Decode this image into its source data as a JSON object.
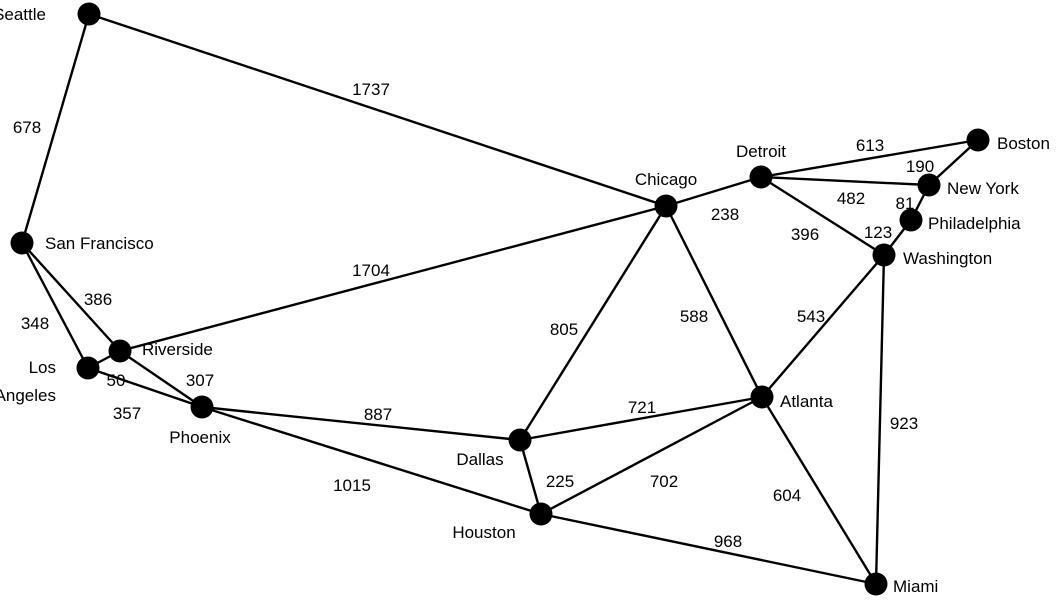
{
  "graph": {
    "nodes": [
      {
        "id": "seattle",
        "label": "Seattle"
      },
      {
        "id": "sanfrancisco",
        "label": "San Francisco"
      },
      {
        "id": "losangeles",
        "label": "Los\nAngeles"
      },
      {
        "id": "riverside",
        "label": "Riverside"
      },
      {
        "id": "phoenix",
        "label": "Phoenix"
      },
      {
        "id": "dallas",
        "label": "Dallas"
      },
      {
        "id": "houston",
        "label": "Houston"
      },
      {
        "id": "chicago",
        "label": "Chicago"
      },
      {
        "id": "detroit",
        "label": "Detroit"
      },
      {
        "id": "atlanta",
        "label": "Atlanta"
      },
      {
        "id": "miami",
        "label": "Miami"
      },
      {
        "id": "washington",
        "label": "Washington"
      },
      {
        "id": "philadelphia",
        "label": "Philadelphia"
      },
      {
        "id": "newyork",
        "label": "New York"
      },
      {
        "id": "boston",
        "label": "Boston"
      }
    ],
    "edges": [
      {
        "from": "seattle",
        "to": "sanfrancisco",
        "weight": "678"
      },
      {
        "from": "seattle",
        "to": "chicago",
        "weight": "1737"
      },
      {
        "from": "sanfrancisco",
        "to": "losangeles",
        "weight": "348"
      },
      {
        "from": "sanfrancisco",
        "to": "riverside",
        "weight": "386"
      },
      {
        "from": "losangeles",
        "to": "riverside",
        "weight": "50"
      },
      {
        "from": "losangeles",
        "to": "phoenix",
        "weight": "357"
      },
      {
        "from": "riverside",
        "to": "phoenix",
        "weight": "307"
      },
      {
        "from": "riverside",
        "to": "chicago",
        "weight": "1704"
      },
      {
        "from": "phoenix",
        "to": "dallas",
        "weight": "887"
      },
      {
        "from": "phoenix",
        "to": "houston",
        "weight": "1015"
      },
      {
        "from": "dallas",
        "to": "chicago",
        "weight": "805"
      },
      {
        "from": "dallas",
        "to": "atlanta",
        "weight": "721"
      },
      {
        "from": "dallas",
        "to": "houston",
        "weight": "225"
      },
      {
        "from": "houston",
        "to": "atlanta",
        "weight": "702"
      },
      {
        "from": "houston",
        "to": "miami",
        "weight": "968"
      },
      {
        "from": "chicago",
        "to": "atlanta",
        "weight": "588"
      },
      {
        "from": "chicago",
        "to": "detroit",
        "weight": "238"
      },
      {
        "from": "detroit",
        "to": "boston",
        "weight": "613"
      },
      {
        "from": "detroit",
        "to": "newyork",
        "weight": "482"
      },
      {
        "from": "detroit",
        "to": "washington",
        "weight": "396"
      },
      {
        "from": "boston",
        "to": "newyork",
        "weight": "190"
      },
      {
        "from": "newyork",
        "to": "philadelphia",
        "weight": "81"
      },
      {
        "from": "philadelphia",
        "to": "washington",
        "weight": "123"
      },
      {
        "from": "washington",
        "to": "atlanta",
        "weight": "543"
      },
      {
        "from": "washington",
        "to": "miami",
        "weight": "923"
      },
      {
        "from": "atlanta",
        "to": "miami",
        "weight": "604"
      }
    ]
  }
}
